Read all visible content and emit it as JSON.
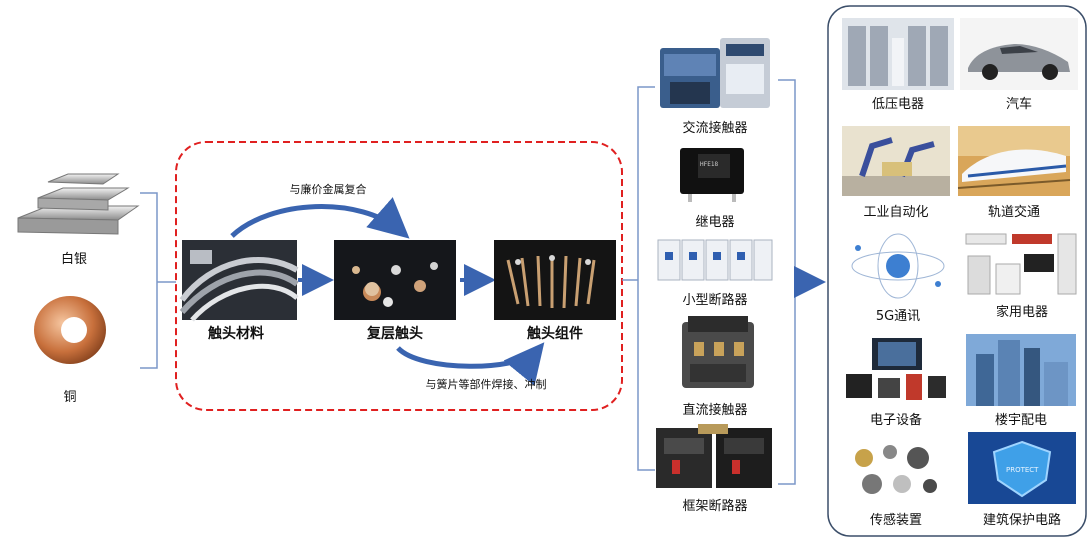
{
  "raw_materials": [
    {
      "label": "白银"
    },
    {
      "label": "铜"
    }
  ],
  "process": {
    "steps": [
      {
        "label": "触头材料"
      },
      {
        "label": "复层触头"
      },
      {
        "label": "触头组件"
      }
    ],
    "top_arrow_label": "与廉价金属复合",
    "bottom_arrow_label": "与簧片等部件焊接、冲制"
  },
  "components": [
    {
      "label": "交流接触器"
    },
    {
      "label": "继电器"
    },
    {
      "label": "小型断路器"
    },
    {
      "label": "直流接触器"
    },
    {
      "label": "框架断路器"
    }
  ],
  "applications": [
    {
      "label": "低压电器"
    },
    {
      "label": "汽车"
    },
    {
      "label": "工业自动化"
    },
    {
      "label": "轨道交通"
    },
    {
      "label": "5G通讯"
    },
    {
      "label": "家用电器"
    },
    {
      "label": "电子设备"
    },
    {
      "label": "楼宇配电"
    },
    {
      "label": "传感装置"
    },
    {
      "label": "建筑保护电路"
    }
  ],
  "colors": {
    "arrow": "#3a64b0",
    "dashed_border": "#e02020",
    "bracket": "#7b97c9",
    "panel_border": "#3c4f6a"
  }
}
